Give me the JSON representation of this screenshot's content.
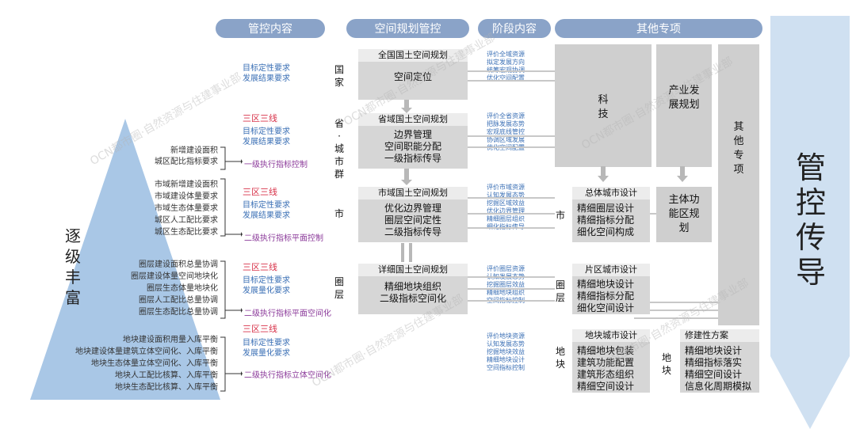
{
  "headers": {
    "control_content": "管控内容",
    "spatial_planning": "空间规划管控",
    "stage_content": "阶段内容",
    "other_special": "其他专项"
  },
  "pyramid": {
    "label": "逐级丰富",
    "color": "#a9c7e6"
  },
  "right_arrow": {
    "label": "管控传导",
    "color": "#cfe0f1"
  },
  "control_rows": [
    {
      "red": "",
      "blue": [
        "目标定性要求",
        "发展结果要求"
      ],
      "dark": [],
      "purple": ""
    },
    {
      "red": "三区三线",
      "blue": [
        "目标定性要求",
        "发展结果要求"
      ],
      "dark": [
        "新增建设面积",
        "城区配比指标要求"
      ],
      "purple": "一级执行指标控制"
    },
    {
      "red": "三区三线",
      "blue": [
        "目标定性要求",
        "发展结果要求"
      ],
      "dark": [
        "市域新增建设面积",
        "市域建设体量要求",
        "市域生态体量要求",
        "城区人工配比要求",
        "城区生态配比要求"
      ],
      "purple": "二级执行指标平面控制"
    },
    {
      "red": "三区三线",
      "blue": [
        "目标定性要求",
        "发展量化要求"
      ],
      "dark": [
        "圈层建设面积总量协调",
        "圈层建设体量空间地块化",
        "圈层生态体量地块化",
        "圈层人工配比总量协调",
        "圈层生态配比总量协调"
      ],
      "purple": "二级执行指标平面空间化"
    },
    {
      "red": "三区三线",
      "blue": [
        "目标定性要求",
        "发展量化要求"
      ],
      "dark": [
        "地块建设面积用量入库平衡",
        "地块建设体量建筑立体空间化、入库平衡",
        "地块生态体量立体空间化、入库平衡",
        "地块人工配比核算、入库平衡",
        "地块生态配比核算、入库平衡"
      ],
      "purple": "二级执行指标立体空间化"
    }
  ],
  "levels": [
    "国家",
    "省·城市群",
    "市",
    "圈层",
    "地块"
  ],
  "plans": [
    {
      "title": "全国国土空间规划",
      "body": [
        "空间定位"
      ]
    },
    {
      "title": "省域国土空间规划",
      "body": [
        "边界管理",
        "空间职能分配",
        "一级指标传导"
      ]
    },
    {
      "title": "市域国土空间规划",
      "body": [
        "优化边界管理",
        "圈层空间定性",
        "二级指标传导"
      ]
    },
    {
      "title": "详细国土空间规划",
      "body": [
        "精细地块组织",
        "二级指标空间化"
      ]
    }
  ],
  "stages": [
    [
      "评价全域资源",
      "拟定发展方向",
      "统筹宏观协调",
      "优化空间配置"
    ],
    [
      "评价全省资源",
      "把脉发展态势",
      "宏观底线管控",
      "协调区域发展",
      "优化空间配置"
    ],
    [
      "评价市域资源",
      "认知发展态势",
      "挖掘区域效益",
      "优化边界管理",
      "精细圈层组织",
      "细化指标传导"
    ],
    [
      "评价圈层资源",
      "认知发展态势",
      "挖掘圈层效益",
      "精细地块组织",
      "空间指标控制"
    ],
    [
      "评价地块资源",
      "认知发展态势",
      "挖掘地块效益",
      "精细地块设计",
      "空间指标控制"
    ]
  ],
  "special": {
    "tech": "科技",
    "industry": "产业发展规划",
    "other": "其他专项",
    "main_function": "主体功能区规划"
  },
  "urban_design": [
    {
      "level": "市",
      "title": "总体城市设计",
      "body": [
        "精细圈层设计",
        "精细指标分配",
        "细化空间构成"
      ]
    },
    {
      "level": "圈层",
      "title": "片区城市设计",
      "body": [
        "精细地块设计",
        "精细指标分配",
        "细化空间设计"
      ]
    },
    {
      "level": "地块",
      "title": "地块城市设计",
      "body": [
        "精细地块包装",
        "建筑功能配置",
        "建筑形态组织",
        "精细空间设计"
      ]
    }
  ],
  "detailed_plan": {
    "level": "地块",
    "title": "修建性方案",
    "body": [
      "精细地块设计",
      "精细指标落实",
      "精细空间设计",
      "信息化周期模拟"
    ]
  },
  "watermark": "OCN都市圈·自然资源与住建事业部"
}
